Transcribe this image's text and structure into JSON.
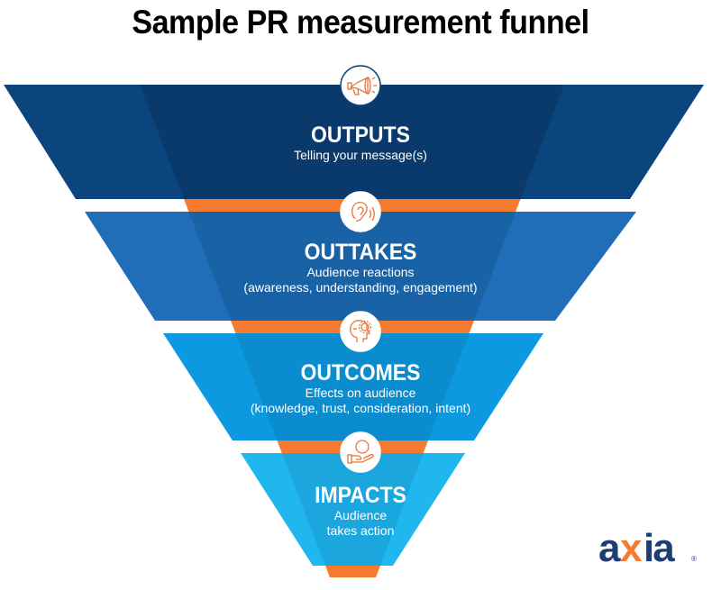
{
  "title": "Sample PR measurement funnel",
  "colors": {
    "orange": "#F47B2F",
    "tier_outer": [
      "#0B457D",
      "#1F6EB7",
      "#0D99DF",
      "#20B7EF"
    ],
    "tier_inner": [
      "#0A3A6C",
      "#1A62A6",
      "#0A8CCF",
      "#1CA6DE"
    ],
    "icon_stroke": "#E8743B",
    "icon_ring": "#0B457D"
  },
  "tiers": [
    {
      "name": "OUTPUTS",
      "desc_lines": [
        "Telling your message(s)"
      ],
      "icon": "megaphone-icon"
    },
    {
      "name": "OUTTAKES",
      "desc_lines": [
        "Audience reactions",
        "(awareness, understanding, engagement)"
      ],
      "icon": "ear-icon"
    },
    {
      "name": "OUTCOMES",
      "desc_lines": [
        "Effects on audience",
        "(knowledge, trust, consideration, intent)"
      ],
      "icon": "head-gear-icon"
    },
    {
      "name": "IMPACTS",
      "desc_lines": [
        "Audience",
        "takes action"
      ],
      "icon": "hand-coin-icon"
    }
  ],
  "logo": {
    "text_a": "a",
    "text_x": "x",
    "text_ia": "ia",
    "registered": "®",
    "color_main": "#1B3F73",
    "color_accent": "#F47B2F"
  }
}
